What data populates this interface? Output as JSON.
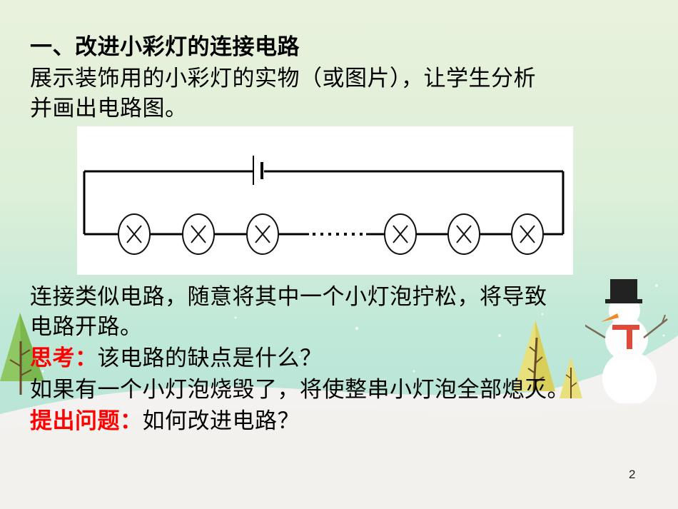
{
  "slide": {
    "number": "2",
    "heading": "一、改进小彩灯的连接电路",
    "intro_line1": "展示装饰用的小彩灯的实物（或图片），让学生分析",
    "intro_line2": "并画出电路图。",
    "para_line1": "连接类似电路，随意将其中一个小灯泡拧松，将导致",
    "para_line2": "电路开路。",
    "think_label": "思考：",
    "think_text": "该电路的缺点是什么？",
    "answer_line": "如果有一个小灯泡烧毁了，将使整串小灯泡全部熄灭。",
    "question_label": "提出问题：",
    "question_text": "如何改进电路？"
  },
  "circuit_diagram": {
    "type": "series-circuit",
    "components": [
      "battery",
      "lamp",
      "lamp",
      "lamp",
      "ellipsis",
      "lamp",
      "lamp",
      "lamp"
    ],
    "lamp_count_visible": 6,
    "ellipsis": "……"
  },
  "colors": {
    "emphasis_red": "#ff0000",
    "text": "#000000",
    "bg_top": "#e8f1dc",
    "bg_mid": "#c9ead9",
    "snow": "#f4f2f0"
  },
  "decorations": [
    "snowman-icon",
    "pine-tree-icon",
    "pine-tree-icon",
    "pine-tree-icon",
    "snowflake-dots"
  ]
}
